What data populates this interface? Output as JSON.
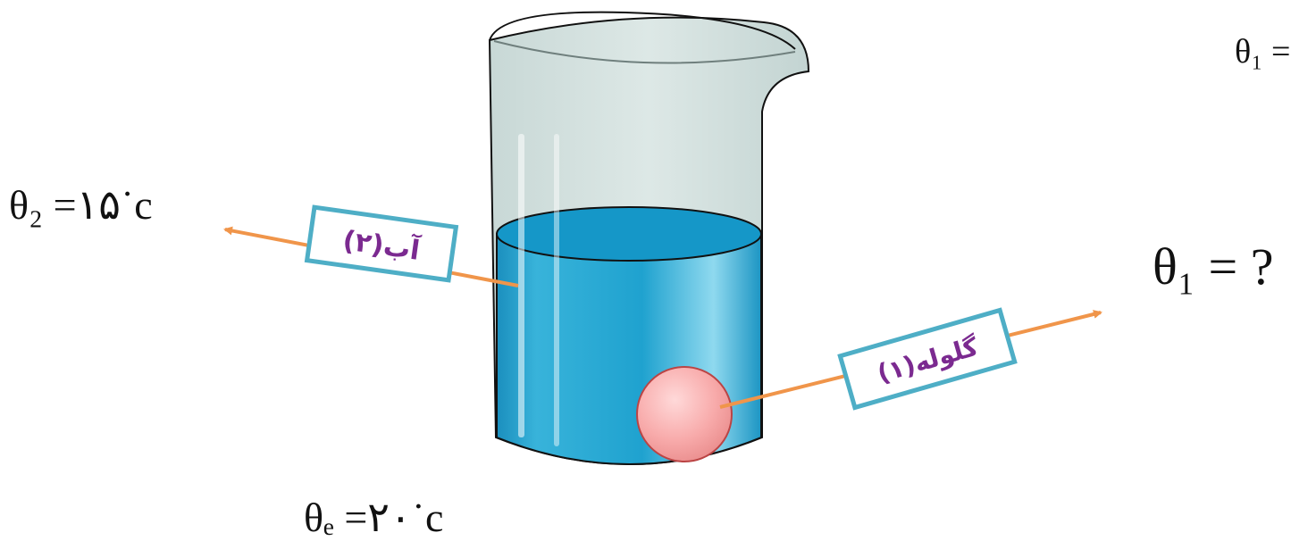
{
  "diagram": {
    "top_right_clipped": "θ₁ =",
    "water_temp": "θ₂ =۱۵˙c",
    "ball_temp": "θ₁ = ?",
    "equilibrium_temp": "θₑ =۲۰˙c",
    "water_label": "آب(۲)",
    "ball_label": "گلوله(۱)"
  },
  "colors": {
    "arrow": "#f0954a",
    "label_border": "#4eaec6",
    "label_text": "#7b2a90",
    "water": "#23a9d4",
    "ball": "#f7aaaa"
  },
  "icons": [
    "beaker-icon",
    "ball-icon",
    "arrow-left-icon",
    "arrow-right-icon"
  ]
}
